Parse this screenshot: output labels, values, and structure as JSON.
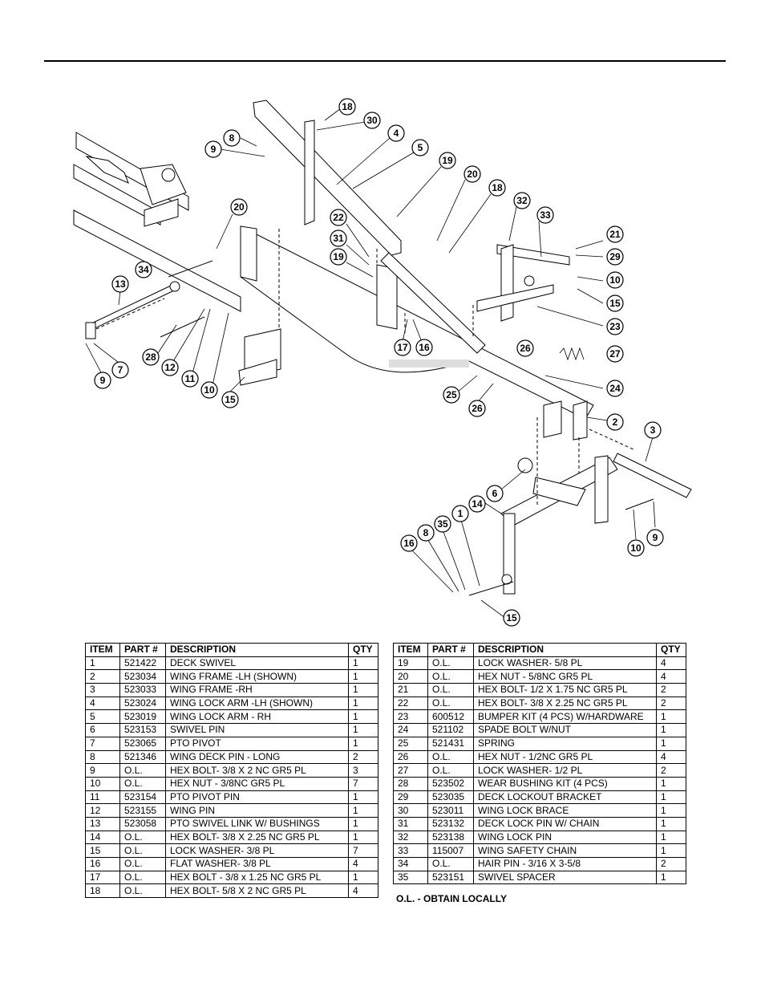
{
  "callouts": [
    "18",
    "30",
    "4",
    "5",
    "19",
    "20",
    "18",
    "32",
    "33",
    "21",
    "29",
    "10",
    "15",
    "23",
    "22",
    "31",
    "19",
    "20",
    "34",
    "13",
    "28",
    "12",
    "11",
    "10",
    "15",
    "9",
    "7",
    "17",
    "16",
    "26",
    "27",
    "24",
    "25",
    "26",
    "2",
    "3",
    "14",
    "6",
    "1",
    "35",
    "8",
    "16",
    "15",
    "10",
    "9",
    "8",
    "9"
  ],
  "table_headers": {
    "item": "ITEM",
    "part": "PART #",
    "description": "DESCRIPTION",
    "qty": "QTY"
  },
  "parts_left": [
    {
      "item": "1",
      "part": "521422",
      "description": "DECK SWIVEL",
      "qty": "1"
    },
    {
      "item": "2",
      "part": "523034",
      "description": "WING FRAME -LH (SHOWN)",
      "qty": "1"
    },
    {
      "item": "3",
      "part": "523033",
      "description": "WING FRAME -RH",
      "qty": "1"
    },
    {
      "item": "4",
      "part": "523024",
      "description": "WING LOCK ARM -LH (SHOWN)",
      "qty": "1"
    },
    {
      "item": "5",
      "part": "523019",
      "description": "WING LOCK ARM - RH",
      "qty": "1"
    },
    {
      "item": "6",
      "part": "523153",
      "description": "SWIVEL PIN",
      "qty": "1"
    },
    {
      "item": "7",
      "part": "523065",
      "description": "PTO PIVOT",
      "qty": "1"
    },
    {
      "item": "8",
      "part": "521346",
      "description": "WING DECK PIN - LONG",
      "qty": "2"
    },
    {
      "item": "9",
      "part": "O.L.",
      "description": "HEX BOLT- 3/8 X 2 NC GR5 PL",
      "qty": "3"
    },
    {
      "item": "10",
      "part": "O.L.",
      "description": "HEX NUT - 3/8NC GR5 PL",
      "qty": "7"
    },
    {
      "item": "11",
      "part": "523154",
      "description": "PTO PIVOT PIN",
      "qty": "1"
    },
    {
      "item": "12",
      "part": "523155",
      "description": "WING PIN",
      "qty": "1"
    },
    {
      "item": "13",
      "part": "523058",
      "description": "PTO SWIVEL LINK  W/ BUSHINGS",
      "qty": "1"
    },
    {
      "item": "14",
      "part": "O.L.",
      "description": "HEX BOLT- 3/8 X 2.25 NC GR5 PL",
      "qty": "1"
    },
    {
      "item": "15",
      "part": "O.L.",
      "description": "LOCK WASHER- 3/8 PL",
      "qty": "7"
    },
    {
      "item": "16",
      "part": "O.L.",
      "description": "FLAT WASHER- 3/8 PL",
      "qty": "4"
    },
    {
      "item": "17",
      "part": "O.L.",
      "description": "HEX BOLT - 3/8 x 1.25 NC GR5 PL",
      "qty": "1"
    },
    {
      "item": "18",
      "part": "O.L.",
      "description": "HEX BOLT- 5/8 X 2 NC GR5 PL",
      "qty": "4"
    }
  ],
  "parts_right": [
    {
      "item": "19",
      "part": "O.L.",
      "description": "LOCK WASHER- 5/8 PL",
      "qty": "4"
    },
    {
      "item": "20",
      "part": "O.L.",
      "description": "HEX NUT - 5/8NC GR5 PL",
      "qty": "4"
    },
    {
      "item": "21",
      "part": "O.L.",
      "description": "HEX BOLT- 1/2 X 1.75 NC GR5 PL",
      "qty": "2"
    },
    {
      "item": "22",
      "part": "O.L.",
      "description": "HEX BOLT- 3/8 X 2.25 NC GR5 PL",
      "qty": "2"
    },
    {
      "item": "23",
      "part": "600512",
      "description": "BUMPER KIT (4 PCS) W/HARDWARE",
      "qty": "1"
    },
    {
      "item": "24",
      "part": "521102",
      "description": "SPADE BOLT W/NUT",
      "qty": "1"
    },
    {
      "item": "25",
      "part": "521431",
      "description": "SPRING",
      "qty": "1"
    },
    {
      "item": "26",
      "part": "O.L.",
      "description": "HEX NUT - 1/2NC GR5 PL",
      "qty": "4"
    },
    {
      "item": "27",
      "part": "O.L.",
      "description": "LOCK WASHER- 1/2 PL",
      "qty": "2"
    },
    {
      "item": "28",
      "part": "523502",
      "description": "WEAR BUSHING KIT (4 PCS)",
      "qty": "1"
    },
    {
      "item": "29",
      "part": "523035",
      "description": "DECK LOCKOUT BRACKET",
      "qty": "1"
    },
    {
      "item": "30",
      "part": "523011",
      "description": "WING LOCK BRACE",
      "qty": "1"
    },
    {
      "item": "31",
      "part": "523132",
      "description": "DECK LOCK PIN W/ CHAIN",
      "qty": "1"
    },
    {
      "item": "32",
      "part": "523138",
      "description": "WING LOCK PIN",
      "qty": "1"
    },
    {
      "item": "33",
      "part": "115007",
      "description": "WING SAFETY CHAIN",
      "qty": "1"
    },
    {
      "item": "34",
      "part": "O.L.",
      "description": "HAIR PIN - 3/16 X 3-5/8",
      "qty": "2"
    },
    {
      "item": "35",
      "part": "523151",
      "description": "SWIVEL SPACER",
      "qty": "1"
    }
  ],
  "note": "O.L. - OBTAIN LOCALLY"
}
